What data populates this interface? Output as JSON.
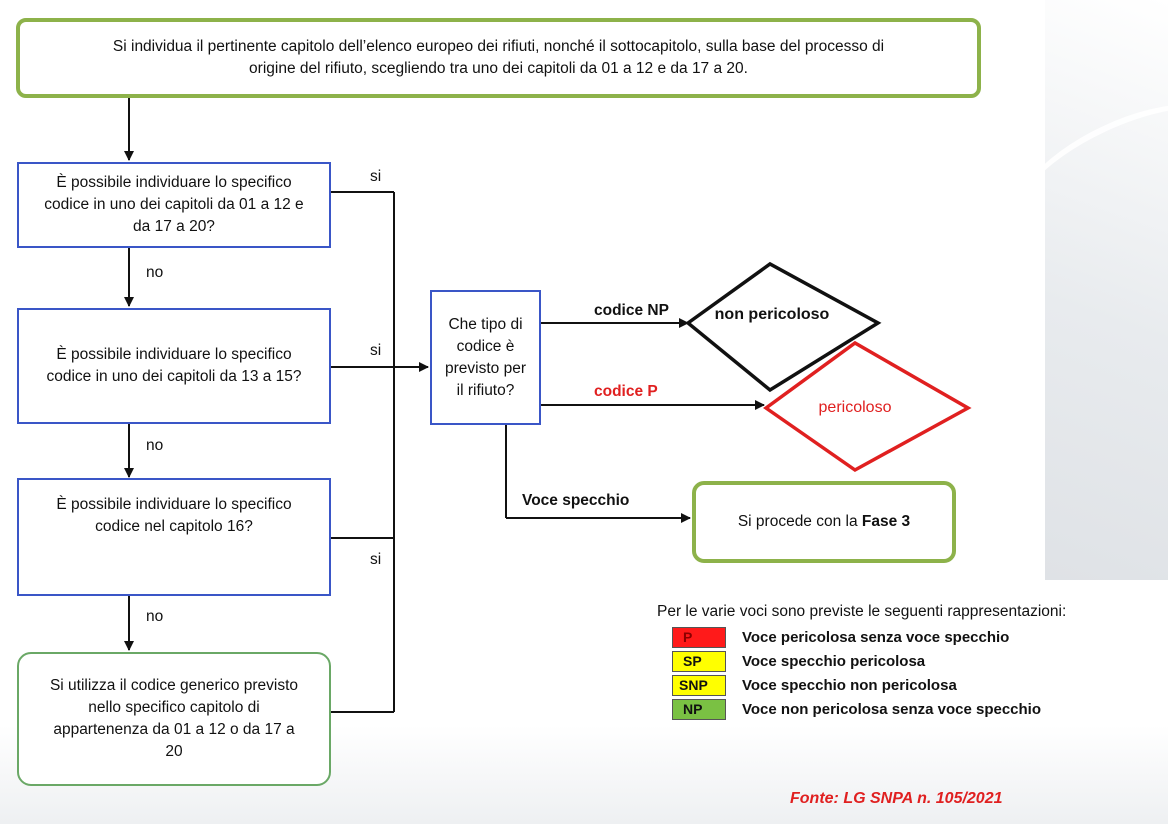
{
  "top_box": {
    "line1": "Si individua il pertinente capitolo dell’elenco europeo dei rifiuti, nonché il sottocapitolo, sulla base del processo di",
    "line2": "origine del rifiuto, scegliendo tra uno dei capitoli da 01 a 12 e da 17 a 20."
  },
  "questions": [
    {
      "text": "È possibile individuare lo specifico codice in uno dei capitoli da 01 a 12 e da 17 a 20?"
    },
    {
      "text": "È possibile individuare lo specifico codice in uno dei capitoli da 13 a 15?"
    },
    {
      "text": "È possibile individuare lo specifico codice nel capitolo 16?"
    }
  ],
  "final_box": {
    "text": "Si utilizza il codice generico previsto nello specifico capitolo di appartenenza da 01 a 12 o da 17 a 20"
  },
  "edge_labels": {
    "si": "si",
    "no": "no"
  },
  "type_box": {
    "text": "Che tipo di codice è previsto per il rifiuto?"
  },
  "branches": {
    "np_label": "codice NP",
    "p_label": "codice P",
    "mirror_label": "Voce specchio"
  },
  "outcomes": {
    "non_pericoloso": "non pericoloso",
    "pericoloso": "pericoloso",
    "fase3_prefix": "Si procede con la ",
    "fase3_bold": "Fase 3"
  },
  "legend": {
    "title": "Per le varie voci sono previste le seguenti rappresentazioni:",
    "items": [
      {
        "code": "P",
        "text": "Voce pericolosa senza voce specchio",
        "color": "#ff1a1a",
        "text_color": "#8b0000"
      },
      {
        "code": "SP",
        "text": "Voce specchio pericolosa",
        "color": "#ffff00",
        "text_color": "#000000"
      },
      {
        "code": "SNP",
        "text": "Voce specchio non pericolosa",
        "color": "#ffff00",
        "text_color": "#000000"
      },
      {
        "code": "NP",
        "text": "Voce non pericolosa senza voce specchio",
        "color": "#7ac143",
        "text_color": "#000000"
      }
    ]
  },
  "source": "Fonte: LG SNPA n. 105/2021",
  "colors": {
    "blue_border": "#3a56c7",
    "green_border": "#8db24a",
    "red": "#e02020"
  }
}
